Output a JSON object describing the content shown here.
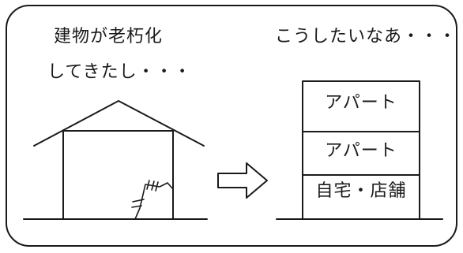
{
  "captions": {
    "current_line_1": "建物が老朽化",
    "current_line_2": "してきたし・・・",
    "wish": "こうしたいなあ・・・"
  },
  "building_floors": [
    {
      "label": "アパート"
    },
    {
      "label": "アパート"
    },
    {
      "label": "自宅・店舗"
    }
  ]
}
